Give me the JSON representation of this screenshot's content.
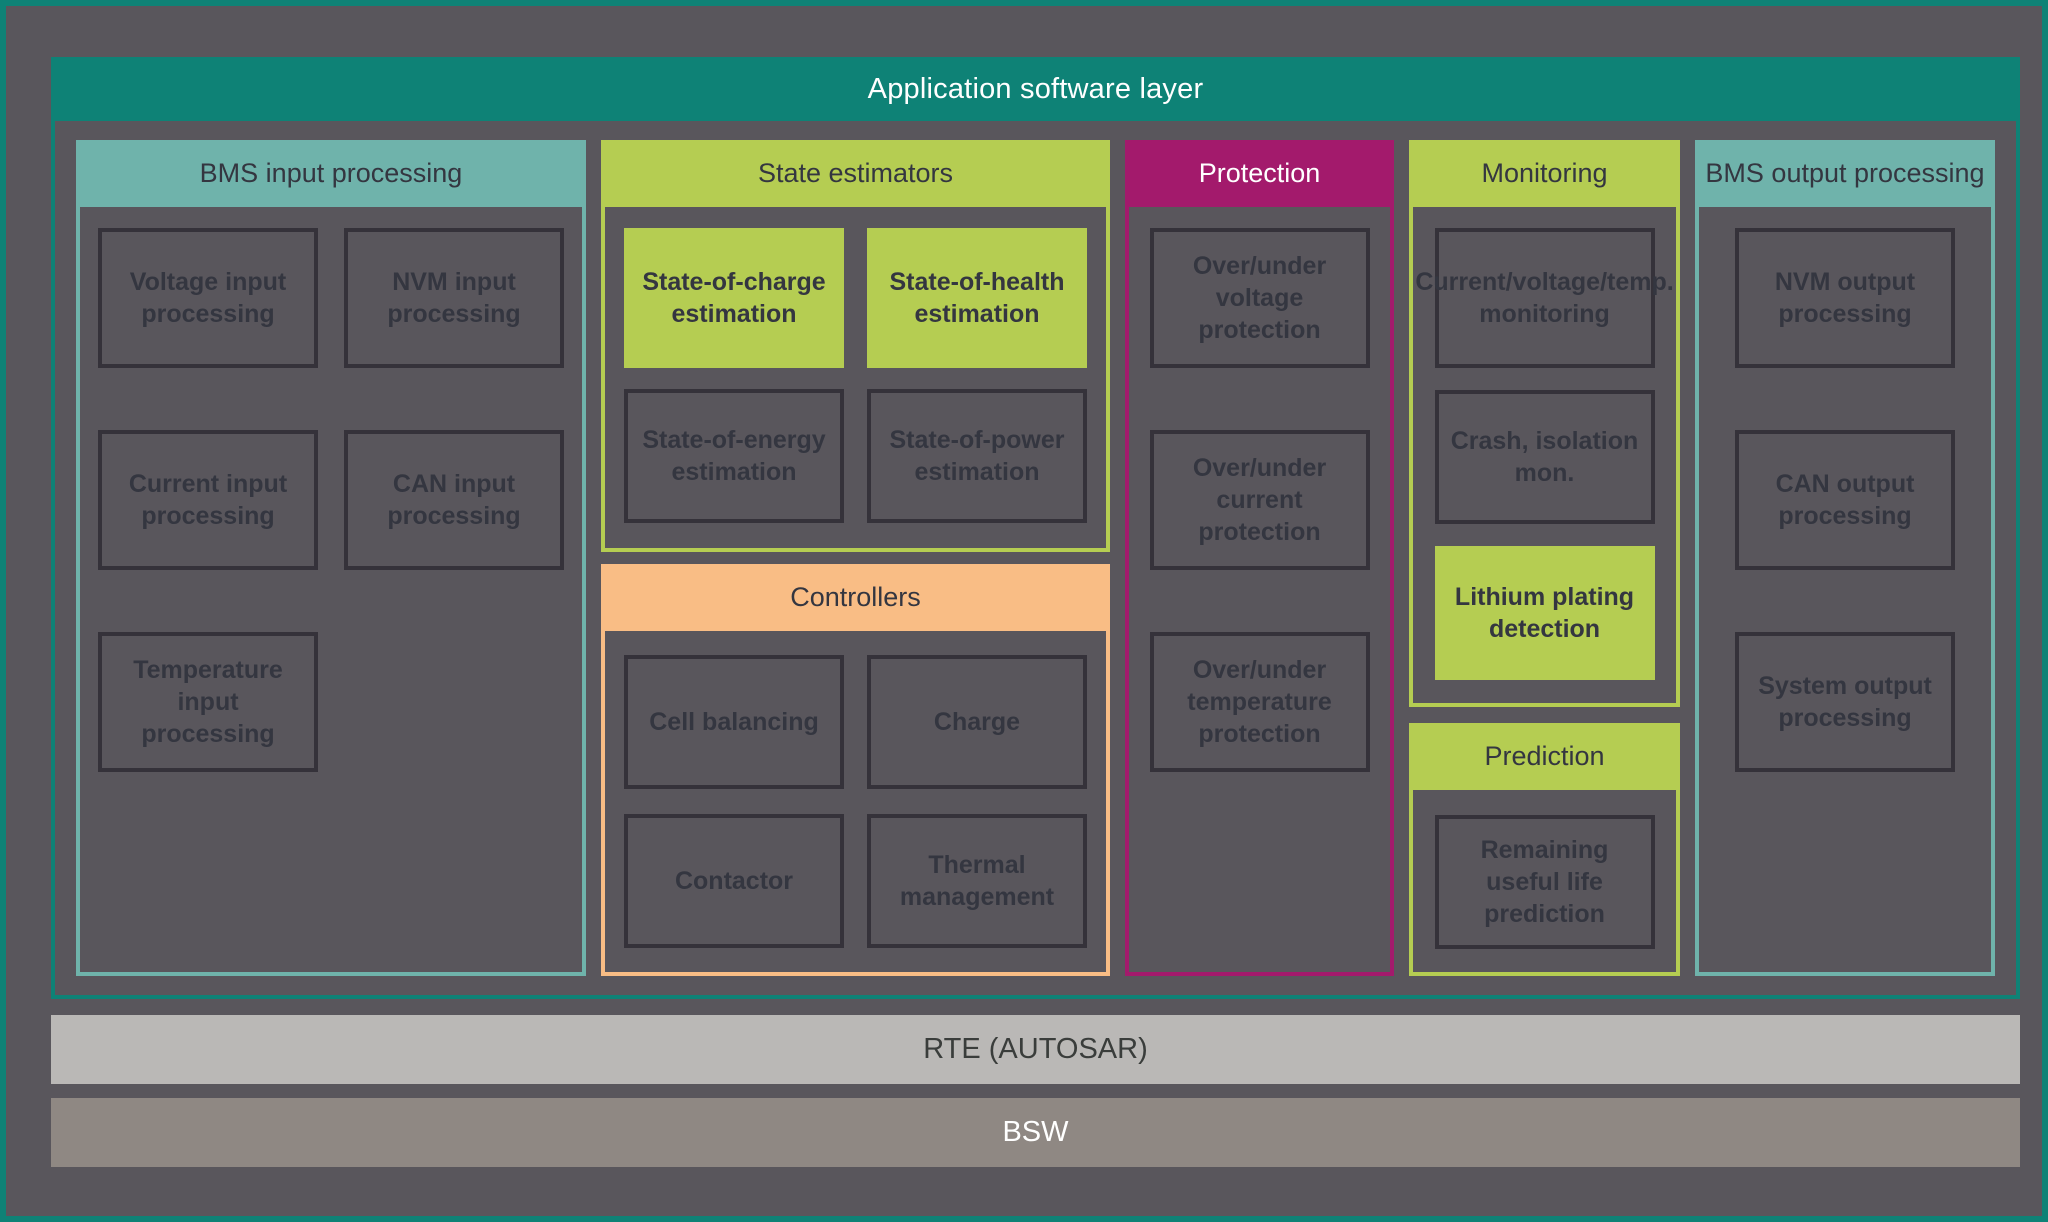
{
  "colors": {
    "background": "#59565C",
    "outer_border_teal": "#0E8276",
    "app_header_teal": "#0E8276",
    "bms_io_teal_light": "#6FB3AB",
    "estimator_lime": "#B5CD52",
    "protection_magenta": "#A31A6C",
    "controllers_orange": "#F9BD85",
    "rte_gray": "#BAB8B6",
    "bsw_gray": "#8F8883",
    "box_border": "#35323A",
    "dark_text": "#343640",
    "white_text": "#FFFFFF"
  },
  "app": {
    "title": "Application software layer"
  },
  "columns": [
    {
      "sections": [
        {
          "label": "BMS input processing",
          "boxes": [
            {
              "label": "Voltage input processing"
            },
            {
              "label": "NVM input processing"
            },
            {
              "label": "Current input processing"
            },
            {
              "label": "CAN input processing"
            },
            {
              "label": "Temperature input processing"
            }
          ]
        }
      ]
    },
    {
      "sections": [
        {
          "label": "State estimators",
          "boxes": [
            {
              "label": "State-of-charge estimation",
              "highlight": true
            },
            {
              "label": "State-of-health estimation",
              "highlight": true
            },
            {
              "label": "State-of-energy estimation"
            },
            {
              "label": "State-of-power estimation"
            }
          ]
        },
        {
          "label": "Controllers",
          "boxes": [
            {
              "label": "Cell balancing"
            },
            {
              "label": "Charge"
            },
            {
              "label": "Contactor"
            },
            {
              "label": "Thermal management"
            }
          ]
        }
      ]
    },
    {
      "sections": [
        {
          "label": "Protection",
          "boxes": [
            {
              "label": "Over/under voltage protection"
            },
            {
              "label": "Over/under current protection"
            },
            {
              "label": "Over/under temperature protection"
            }
          ]
        }
      ]
    },
    {
      "sections": [
        {
          "label": "Monitoring",
          "boxes": [
            {
              "label": "Current/voltage/temp. monitoring"
            },
            {
              "label": "Crash, isolation mon."
            },
            {
              "label": "Lithium plating detection",
              "highlight": true
            }
          ]
        },
        {
          "label": "Prediction",
          "boxes": [
            {
              "label": "Remaining useful life prediction"
            }
          ]
        }
      ]
    },
    {
      "sections": [
        {
          "label": "BMS output processing",
          "boxes": [
            {
              "label": "NVM output processing"
            },
            {
              "label": "CAN output processing"
            },
            {
              "label": "System output processing"
            }
          ]
        }
      ]
    }
  ],
  "bars": [
    {
      "label": "RTE (AUTOSAR)"
    },
    {
      "label": "BSW"
    }
  ]
}
